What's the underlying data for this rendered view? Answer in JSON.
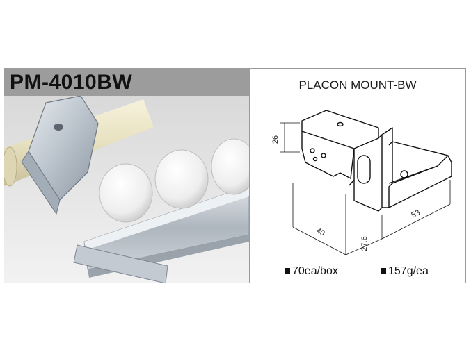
{
  "product": {
    "code": "PM-4010BW"
  },
  "drawing": {
    "title": "PLACON MOUNT-BW",
    "dimensions": {
      "height": "26",
      "width": "40",
      "depth": "27.6",
      "length": "53"
    }
  },
  "specs": {
    "packing": "70ea/box",
    "weight": "157g/ea"
  },
  "colors": {
    "title_bar": "#9c9c9c",
    "pipe": "#e8e2c4",
    "metal": "#c9d0d8",
    "roller": "#f4f4f4"
  }
}
